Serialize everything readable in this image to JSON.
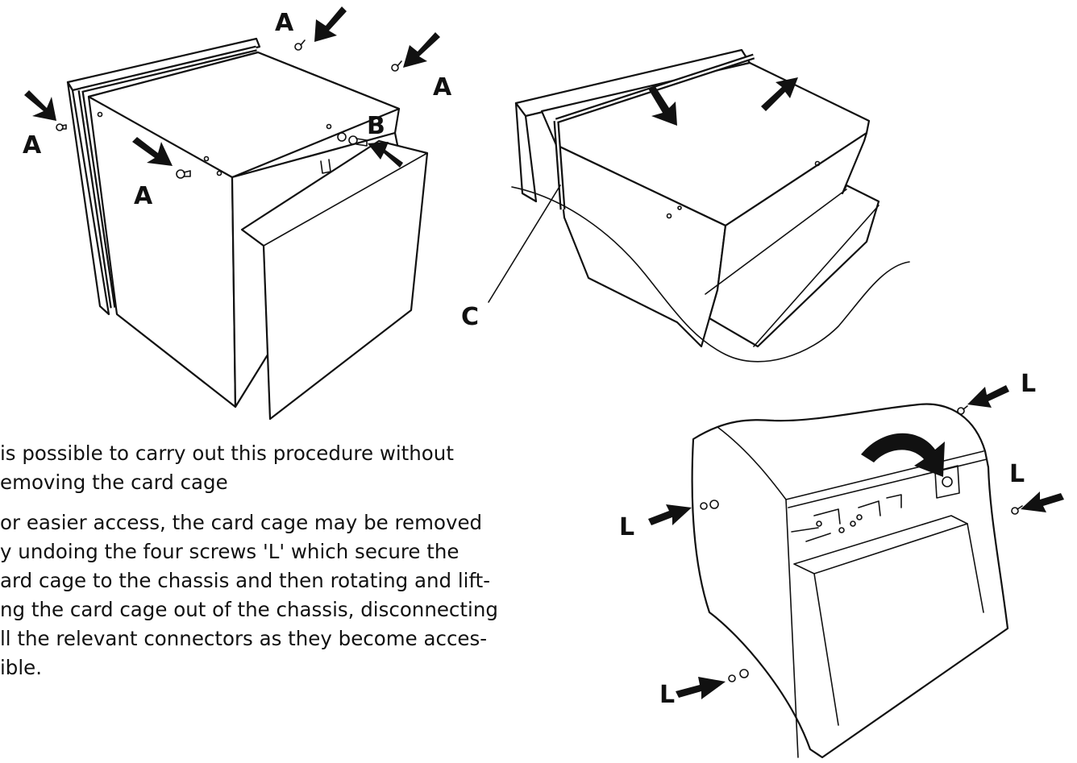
{
  "figure_labels": {
    "a1": "A",
    "a2": "A",
    "a3": "A",
    "a4": "A",
    "b": "B",
    "c": "C",
    "l1": "L",
    "l2": "L",
    "l3": "L",
    "l4": "L"
  },
  "notes": [
    " is possible to carry out this procedure without\nemoving the card cage",
    "or easier access, the card cage may be removed\ny undoing the four screws 'L' which secure the\nard cage to the chassis and then rotating and lift-\nng the card cage out of the chassis, disconnecting\nll the relevant connectors as they become acces-\nible."
  ]
}
